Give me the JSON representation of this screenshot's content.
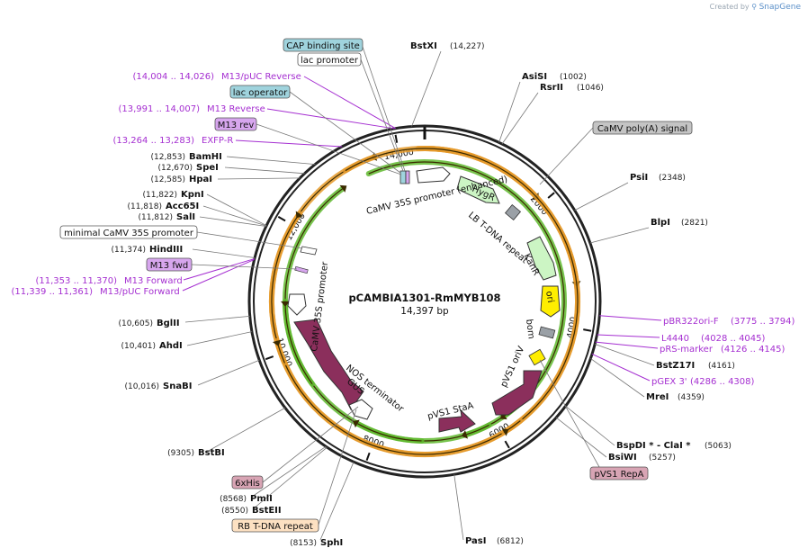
{
  "app": {
    "credit_prefix": "Created by",
    "credit_brand": "SnapGene"
  },
  "plasmid": {
    "name": "pCAMBIA1301-RmMYB108",
    "length_label": "14,397 bp",
    "length": 14397
  },
  "ring_ticks": [
    {
      "label": "2000",
      "pos": 2000
    },
    {
      "label": "4000",
      "pos": 4000
    },
    {
      "label": "6000",
      "pos": 6000
    },
    {
      "label": "8000",
      "pos": 8000
    },
    {
      "label": "10,000",
      "pos": 10000
    },
    {
      "label": "12,000",
      "pos": 12000
    },
    {
      "label": "14,000",
      "pos": 14000
    }
  ],
  "sites": [
    {
      "name": "BstXI",
      "position": "(14,227)",
      "loc": 14227
    },
    {
      "name": "AsiSI",
      "position": "(1002)",
      "loc": 1002
    },
    {
      "name": "RsrII",
      "position": "(1046)",
      "loc": 1046
    },
    {
      "name": "PsiI",
      "position": "(2348)",
      "loc": 2348
    },
    {
      "name": "BlpI",
      "position": "(2821)",
      "loc": 2821
    },
    {
      "name": "BstZ17I",
      "position": "(4161)",
      "loc": 4161
    },
    {
      "name": "MreI",
      "position": "(4359)",
      "loc": 4359
    },
    {
      "name": "BspDI * - ClaI *",
      "position": "(5063)",
      "loc": 5063
    },
    {
      "name": "BsiWI",
      "position": "(5257)",
      "loc": 5257
    },
    {
      "name": "PasI",
      "position": "(6812)",
      "loc": 6812
    },
    {
      "name": "SphI",
      "position": "(8153)",
      "loc": 8153
    },
    {
      "name": "BstEII",
      "position": "(8550)",
      "loc": 8550
    },
    {
      "name": "PmlI",
      "position": "(8568)",
      "loc": 8568
    },
    {
      "name": "BstBI",
      "position": "(9305)",
      "loc": 9305
    },
    {
      "name": "SnaBI",
      "position": "(10,016)",
      "loc": 10016
    },
    {
      "name": "AhdI",
      "position": "(10,401)",
      "loc": 10401
    },
    {
      "name": "BglII",
      "position": "(10,605)",
      "loc": 10605
    },
    {
      "name": "HindIII",
      "position": "(11,374)",
      "loc": 11374
    },
    {
      "name": "SalI",
      "position": "(11,812)",
      "loc": 11812
    },
    {
      "name": "Acc65I",
      "position": "(11,818)",
      "loc": 11818
    },
    {
      "name": "KpnI",
      "position": "(11,822)",
      "loc": 11822
    },
    {
      "name": "HpaI",
      "position": "(12,585)",
      "loc": 12585
    },
    {
      "name": "SpeI",
      "position": "(12,670)",
      "loc": 12670
    },
    {
      "name": "BamHI",
      "position": "(12,853)",
      "loc": 12853
    }
  ],
  "primers": [
    {
      "name": "M13/pUC Reverse",
      "range": "(14,004 .. 14,026)",
      "loc": 14015
    },
    {
      "name": "M13 Reverse",
      "range": "(13,991 .. 14,007)",
      "loc": 13999
    },
    {
      "name": "EXFP-R",
      "range": "(13,264 .. 13,283)",
      "loc": 13273
    },
    {
      "name": "M13 Forward",
      "range": "(11,353 .. 11,370)",
      "loc": 11361
    },
    {
      "name": "M13/pUC Forward",
      "range": "(11,339 .. 11,361)",
      "loc": 11350
    },
    {
      "name": "pBR322ori-F",
      "range": "(3775 .. 3794)",
      "loc": 3785
    },
    {
      "name": "L4440",
      "range": "(4028 .. 4045)",
      "loc": 4036
    },
    {
      "name": "pRS-marker",
      "range": "(4126 .. 4145)",
      "loc": 4135
    },
    {
      "name": "pGEX 3'",
      "range": "(4286 .. 4308)",
      "loc": 4297
    }
  ],
  "boxed_features": [
    {
      "name": "CAP binding site",
      "color": "#9fd3dd"
    },
    {
      "name": "lac promoter",
      "color": "#ffffff"
    },
    {
      "name": "lac operator",
      "color": "#9fd3dd"
    },
    {
      "name": "M13 rev",
      "color": "#d7a6ee"
    },
    {
      "name": "minimal CaMV 35S promoter",
      "color": "#ffffff"
    },
    {
      "name": "M13 fwd",
      "color": "#d7a6ee"
    },
    {
      "name": "CaMV poly(A) signal",
      "color": "#c4c4c4"
    },
    {
      "name": "pVS1 RepA",
      "color": "#d8a4b4"
    },
    {
      "name": "RB T-DNA repeat",
      "color": "#fde1c2"
    },
    {
      "name": "6xHis",
      "color": "#d8a4b4"
    }
  ],
  "feature_labels": {
    "camv35s_enh": "CaMV 35S promoter (enhanced)",
    "hygr": "HygR",
    "lb": "LB T-DNA repeat",
    "kanr": "KanR",
    "ori": "ori",
    "bom": "bom",
    "pvs1_oriv": "pVS1 oriV",
    "pvs1_staa": "pVS1 StaA",
    "nos": "NOS terminator",
    "gus": "GUS",
    "camv35s": "CaMV 35S promoter"
  },
  "colors": {
    "backbone": "#222222",
    "primer": "#a52fd1",
    "orange_arc": "#e59a2a",
    "green_arc": "#5fb82e",
    "maroon": "#8b2f5c",
    "hygr": "#ccf5c4",
    "kanr": "#ccf5c4",
    "ori": "#ffee00",
    "gray": "#9aa0a6"
  }
}
